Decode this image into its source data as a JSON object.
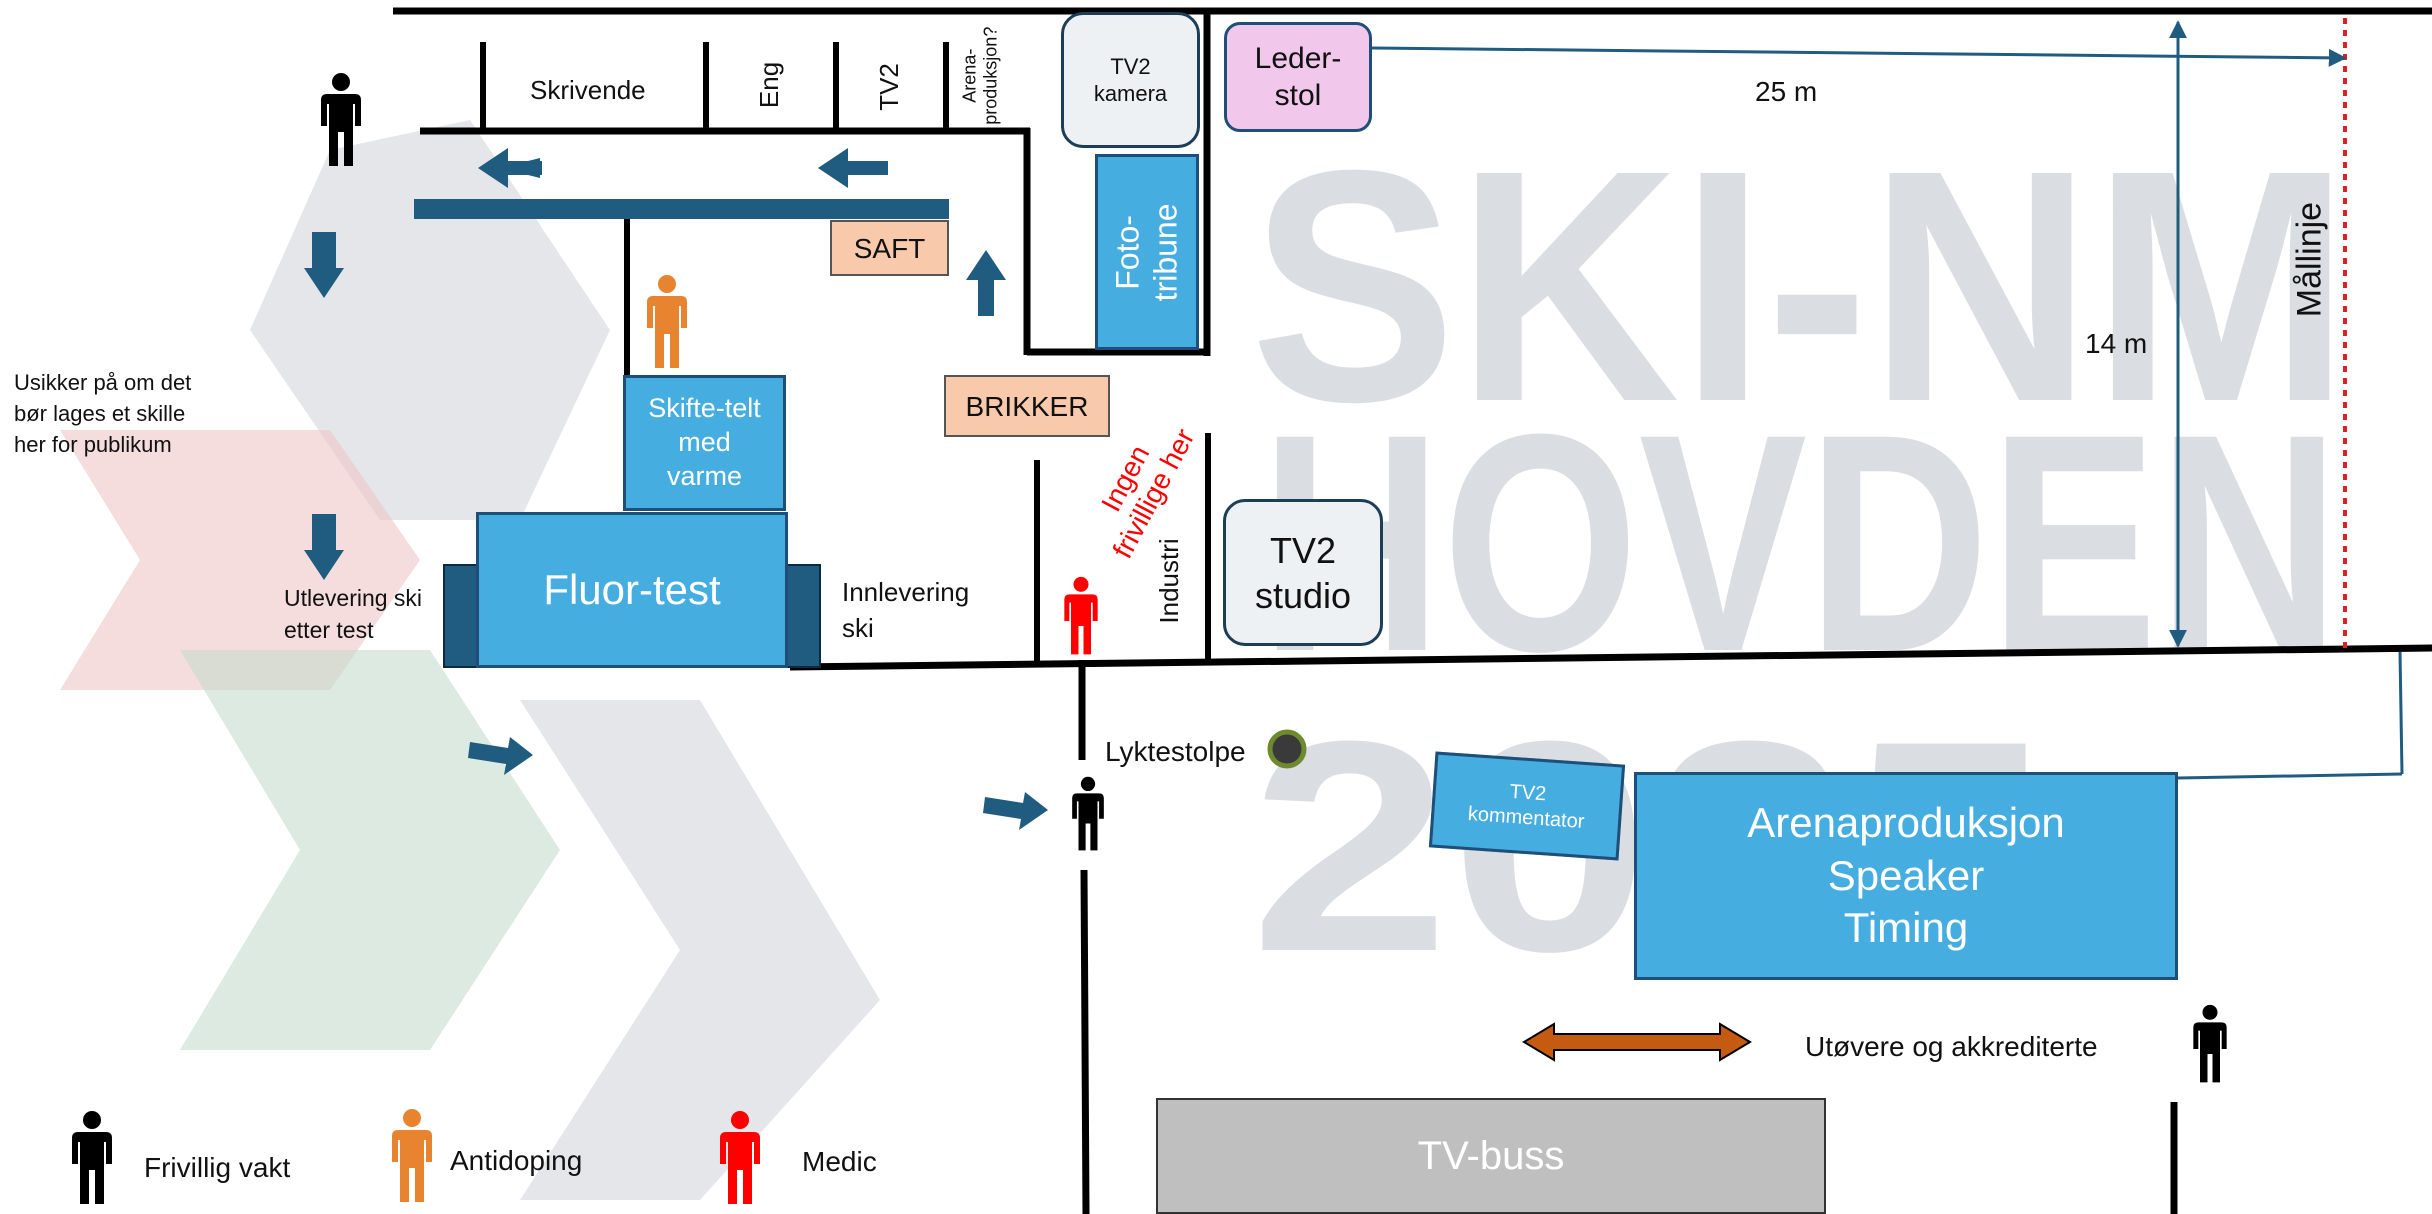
{
  "watermark": {
    "line1": "SKI-NM",
    "line2": "HOVDEN",
    "line3": "2025",
    "color": "#c7ccd4"
  },
  "boxes": {
    "tv2_kamera": "TV2\nkamera",
    "lederstol": "Leder-\nstol",
    "foto_tribune": "Foto-\ntribune",
    "saft": "SAFT",
    "brikker": "BRIKKER",
    "skifte_telt": "Skifte-telt\nmed\nvarme",
    "fluor_test": "Fluor-test",
    "tv2_studio": "TV2\nstudio",
    "tv2_kommentator": "TV2\nkommentator",
    "arenaproduksjon": "Arenaproduksjon\nSpeaker\nTiming",
    "tv_buss": "TV-buss"
  },
  "top_row": {
    "skrivende": "Skrivende",
    "eng": "Eng",
    "tv2": "TV2",
    "arena_produksjon": "Arena-\nproduksjon?"
  },
  "labels": {
    "distance_25m": "25 m",
    "distance_14m": "14 m",
    "mallinje": "Mållinje",
    "usikker_note": "Usikker på om det\nbør lages et skille\nher for publikum",
    "utlevering": "Utlevering ski\netter test",
    "innlevering": "Innlevering\nski",
    "ingen_frivillige": "Ingen\nfrivillige her",
    "industri": "Industri",
    "lyktestolpe": "Lyktestolpe",
    "utovere": "Utøvere og akkrediterte"
  },
  "legend": [
    {
      "label": "Frivillig vakt",
      "color": "#000000"
    },
    {
      "label": "Antidoping",
      "color": "#e8832f"
    },
    {
      "label": "Medic",
      "color": "#ff0000"
    }
  ],
  "colors": {
    "arrow": "#1f5c80",
    "box_blue": "#45ade0",
    "box_border": "#1f4e79",
    "warning_text": "#ff0000",
    "finish_line": "#e02020",
    "double_arrow": "#c55a11"
  }
}
